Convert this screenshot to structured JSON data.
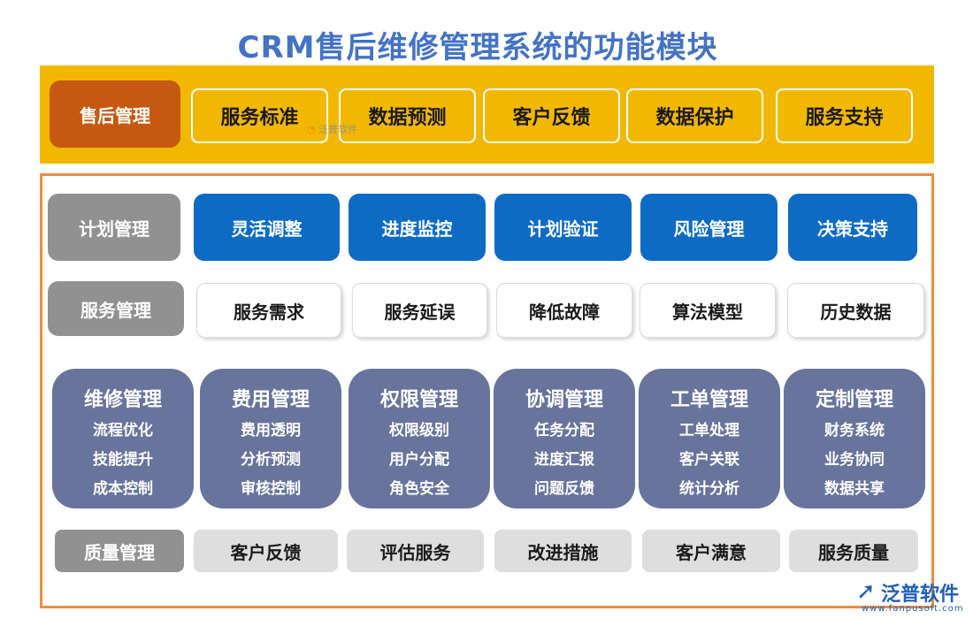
{
  "title": "CRM售后维修管理系统的功能模块",
  "aftersale": {
    "label": "售后管理",
    "items": [
      "服务标准",
      "数据预测",
      "客户反馈",
      "数据保护",
      "服务支持"
    ]
  },
  "watermark": "泛普软件",
  "plan": {
    "label": "计划管理",
    "items": [
      "灵活调整",
      "进度监控",
      "计划验证",
      "风险管理",
      "决策支持"
    ]
  },
  "service": {
    "label": "服务管理",
    "items": [
      "服务需求",
      "服务延误",
      "降低故障",
      "算法模型",
      "历史数据"
    ]
  },
  "modules": [
    {
      "title": "维修管理",
      "lines": [
        "流程优化",
        "技能提升",
        "成本控制"
      ]
    },
    {
      "title": "费用管理",
      "lines": [
        "费用透明",
        "分析预测",
        "审核控制"
      ]
    },
    {
      "title": "权限管理",
      "lines": [
        "权限级别",
        "用户分配",
        "角色安全"
      ]
    },
    {
      "title": "协调管理",
      "lines": [
        "任务分配",
        "进度汇报",
        "问题反馈"
      ]
    },
    {
      "title": "工单管理",
      "lines": [
        "工单处理",
        "客户关联",
        "统计分析"
      ]
    },
    {
      "title": "定制管理",
      "lines": [
        "财务系统",
        "业务协同",
        "数据共享"
      ]
    }
  ],
  "quality": {
    "label": "质量管理",
    "items": [
      "客户反馈",
      "评估服务",
      "改进措施",
      "客户满意",
      "服务质量"
    ]
  },
  "logo": {
    "name": "泛普软件",
    "url": "www.fanpusoft.com",
    "icon": "fanpu-logo-icon"
  },
  "colors": {
    "title": "#4472c4",
    "top_band": "#f2b800",
    "aftersale_label": "#c65911",
    "frame_border": "#f08c3c",
    "gray_label": "#919191",
    "blue_item": "#0e6bc4",
    "slate_card": "#68749c",
    "light_item": "#dedede"
  }
}
